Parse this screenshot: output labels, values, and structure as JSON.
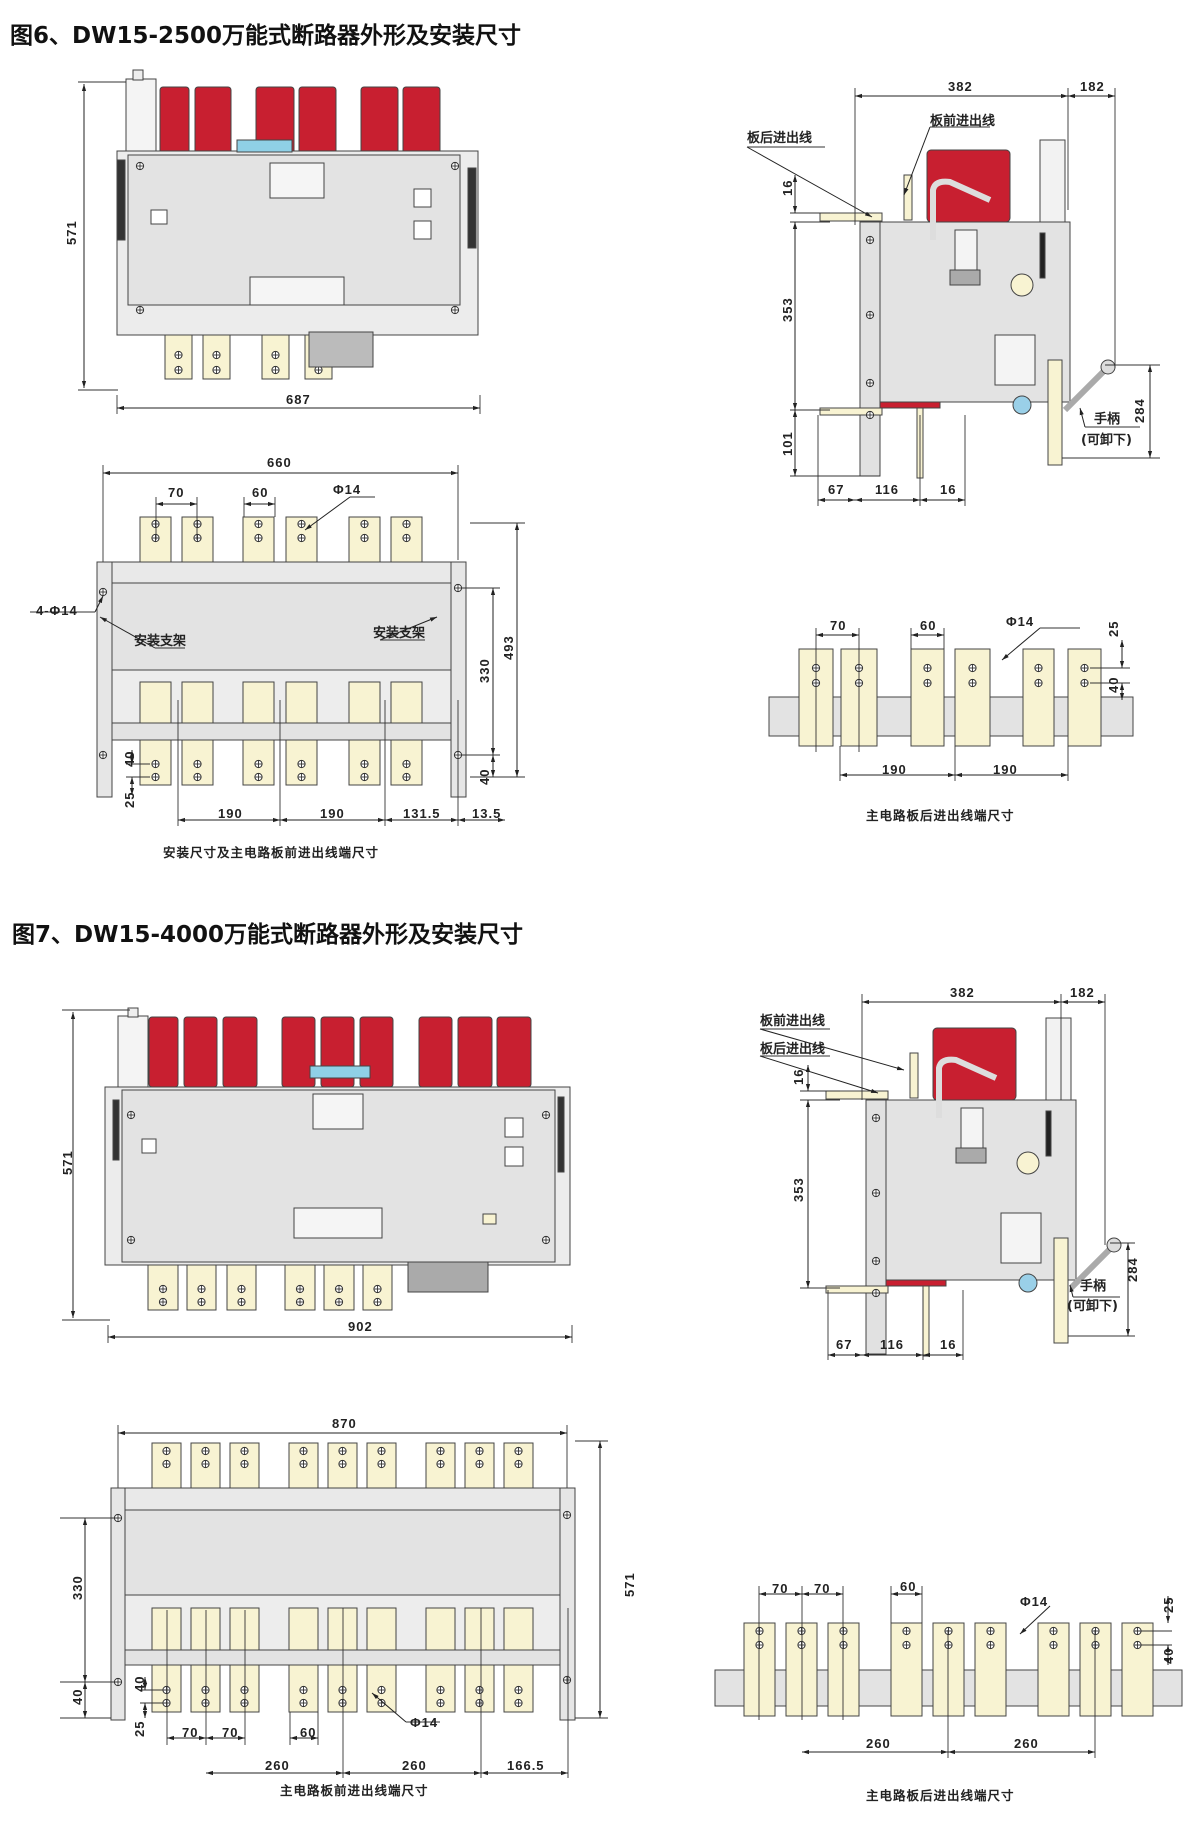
{
  "colors": {
    "pole_red": "#c81f30",
    "terminal_cream": "#f8f3d2",
    "body_gray": "#e3e3e3",
    "line": "#444444"
  },
  "fig6": {
    "title": "图6、DW15-2500万能式断路器外形及安装尺寸",
    "front": {
      "height": "571",
      "width": "687"
    },
    "plan": {
      "width": "660",
      "pitch": "70",
      "bar_width": "60",
      "hole": "Φ14",
      "mount_holes": "4-Φ14",
      "bracket_left": "安装支架",
      "bracket_right": "安装支架",
      "h330": "330",
      "h493": "493",
      "h40_right": "40",
      "h40_left": "40",
      "h25": "25",
      "d190_1": "190",
      "d190_2": "190",
      "d131": "131.5",
      "d13": "13.5",
      "caption": "安装尺寸及主电路板前进出线端尺寸"
    },
    "side": {
      "w382": "382",
      "w182": "182",
      "rear_wiring": "板后进出线",
      "front_wiring": "板前进出线",
      "h16": "16",
      "h353": "353",
      "h101": "101",
      "d67": "67",
      "d116": "116",
      "d16": "16",
      "handle": "手柄",
      "removable": "(可卸下)",
      "h284": "284"
    },
    "rear": {
      "pitch": "70",
      "bar_width": "60",
      "hole": "Φ14",
      "h25": "25",
      "h40": "40",
      "d190_1": "190",
      "d190_2": "190",
      "caption": "主电路板后进出线端尺寸"
    }
  },
  "fig7": {
    "title": "图7、DW15-4000万能式断路器外形及安装尺寸",
    "front": {
      "height": "571",
      "width": "902"
    },
    "side": {
      "w382": "382",
      "w182": "182",
      "front_wiring": "板前进出线",
      "rear_wiring": "板后进出线",
      "h16": "16",
      "h353": "353",
      "d67": "67",
      "d116": "116",
      "d16": "16",
      "handle": "手柄",
      "removable": "(可卸下)",
      "h284": "284"
    },
    "plan": {
      "width": "870",
      "height": "571",
      "h330": "330",
      "h40_left": "40",
      "h40": "40",
      "h25": "25",
      "pitch_1": "70",
      "pitch_2": "70",
      "bar_width": "60",
      "hole": "Φ14",
      "d260_1": "260",
      "d260_2": "260",
      "d166": "166.5",
      "caption": "主电路板前进出线端尺寸"
    },
    "rear": {
      "pitch_1": "70",
      "pitch_2": "70",
      "bar_width": "60",
      "hole": "Φ14",
      "h25": "25",
      "h40": "40",
      "d260_1": "260",
      "d260_2": "260",
      "caption": "主电路板后进出线端尺寸"
    }
  }
}
